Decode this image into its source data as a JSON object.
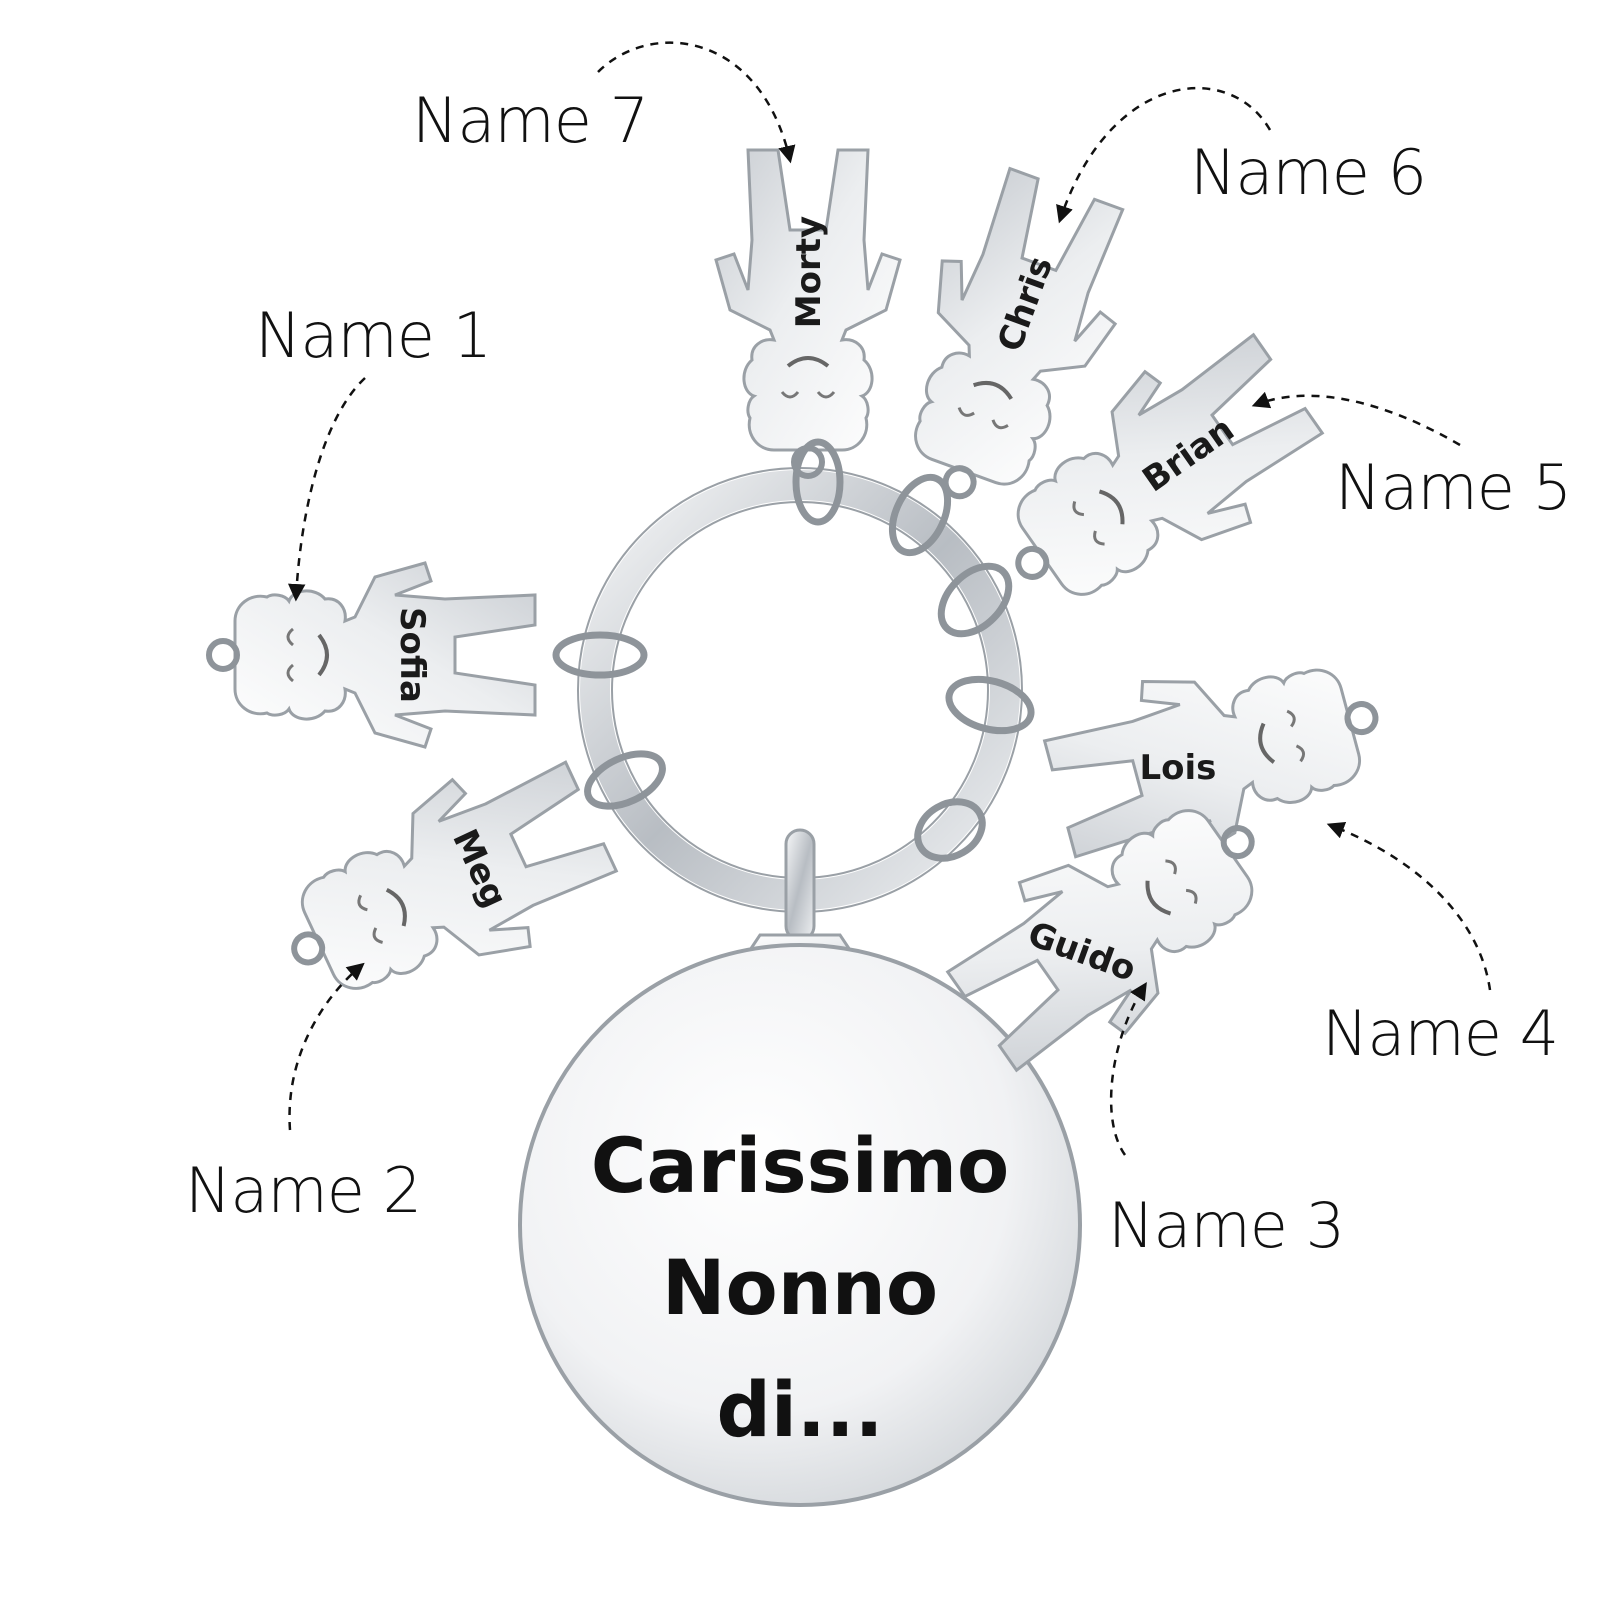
{
  "medal": {
    "line1": "Carissimo",
    "line2": "Nonno",
    "line3": "di..."
  },
  "callouts": {
    "name1": "Name 1",
    "name2": "Name 2",
    "name3": "Name 3",
    "name4": "Name 4",
    "name5": "Name 5",
    "name6": "Name 6",
    "name7": "Name 7"
  },
  "charms": {
    "sofia": "Sofia",
    "meg": "Meg",
    "guido": "Guido",
    "lois": "Lois",
    "brian": "Brian",
    "chris": "Chris",
    "morty": "Morty"
  },
  "colors": {
    "metal": "#e4e6e9",
    "metal_edge": "#9aa0a6",
    "text": "#111111"
  }
}
